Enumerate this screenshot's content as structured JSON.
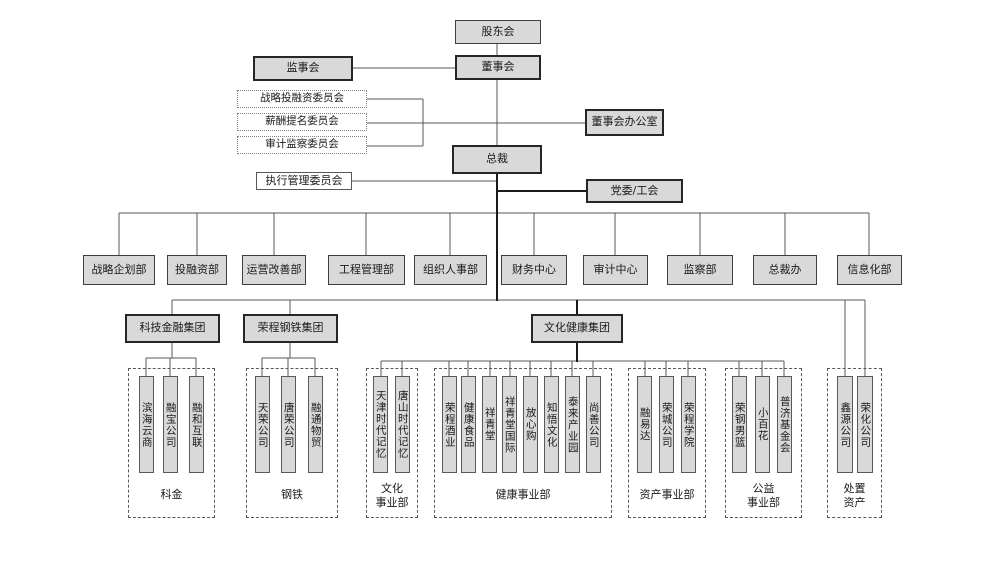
{
  "colors": {
    "box_fill": "#d9d9d9",
    "box_border": "#404040",
    "bold_border": "#262626",
    "line": "#595959",
    "thick_line": "#1a1a1a",
    "background": "#ffffff"
  },
  "top": {
    "shareholders": "股东会",
    "board": "董事会",
    "supervisory": "监事会",
    "committees": [
      "战略投融资委员会",
      "薪酬提名委员会",
      "审计监察委员会"
    ],
    "board_office": "董事会办公室",
    "president": "总裁",
    "exec_committee": "执行管理委员会",
    "party_union": "党委/工会"
  },
  "departments": [
    "战略企划部",
    "投融资部",
    "运营改善部",
    "工程管理部",
    "组织人事部",
    "财务中心",
    "审计中心",
    "监察部",
    "总裁办",
    "信息化部"
  ],
  "groups": [
    "科技金融集团",
    "荣程钢铁集团",
    "文化健康集团"
  ],
  "bottom_groups": [
    {
      "label": "科金",
      "companies": [
        "滨海云商",
        "融宝公司",
        "融和互联"
      ]
    },
    {
      "label": "钢铁",
      "companies": [
        "天荣公司",
        "唐荣公司",
        "融通物贸"
      ]
    },
    {
      "label": "文化\n事业部",
      "companies": [
        "天津时代记忆",
        "唐山时代记忆"
      ]
    },
    {
      "label": "健康事业部",
      "companies": [
        "荣程酒业",
        "健康食品",
        "祥青堂",
        "祥青堂国际",
        "放心购",
        "知悟文化",
        "泰来产业园",
        "尚善公司"
      ]
    },
    {
      "label": "资产事业部",
      "companies": [
        "融易达",
        "荣城公司",
        "荣程学院"
      ]
    },
    {
      "label": "公益\n事业部",
      "companies": [
        "荣钢男篮",
        "小百花",
        "普济基金会"
      ]
    },
    {
      "label": "处置\n资产",
      "companies": [
        "鑫源公司",
        "荣化公司"
      ]
    }
  ]
}
